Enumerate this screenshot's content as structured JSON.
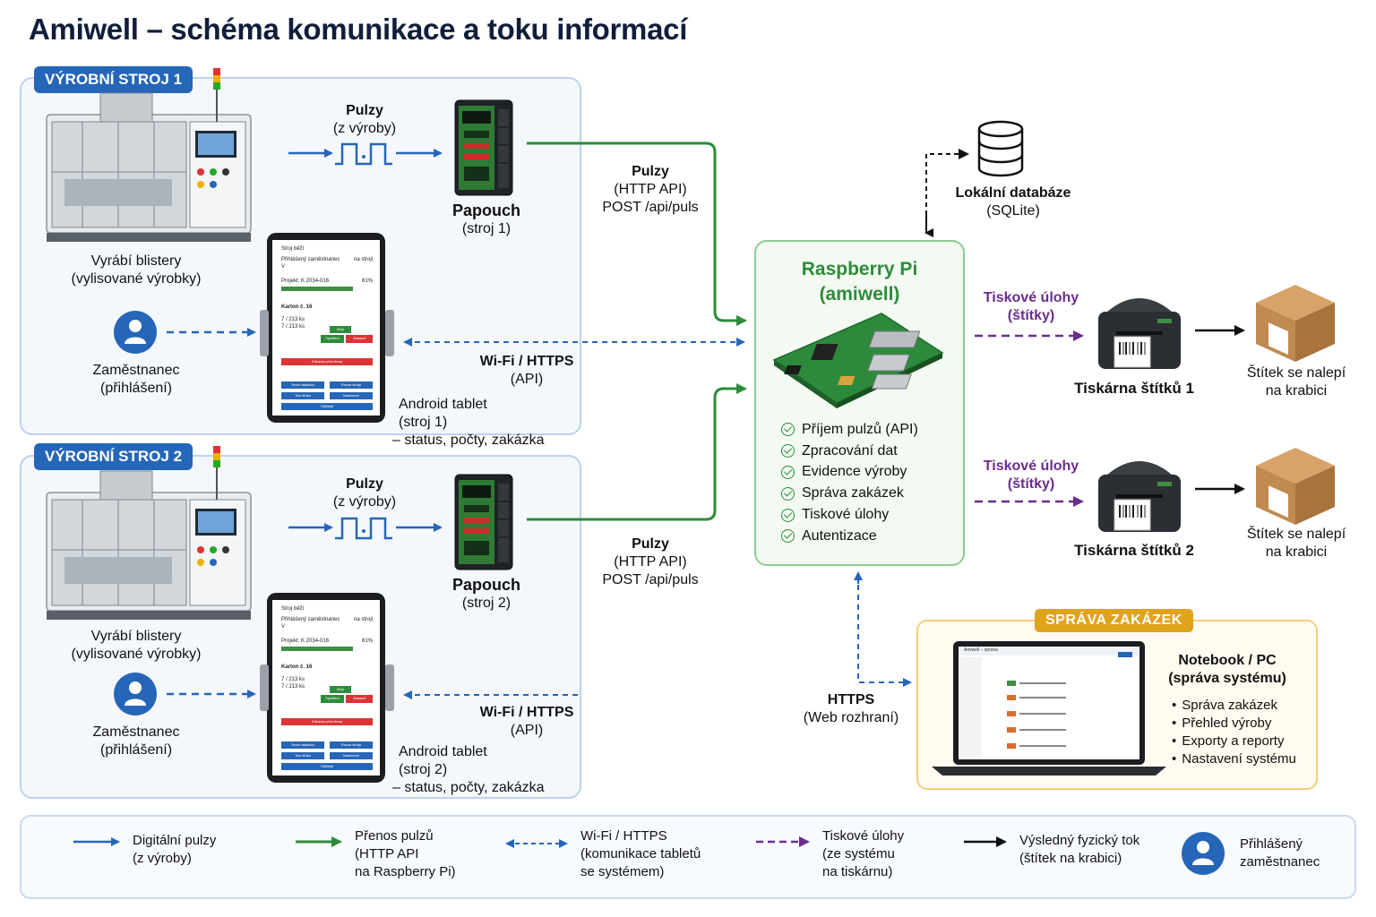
{
  "title": "Amiwell – schéma komunikace a toku informací",
  "machines": [
    {
      "badge": "VÝROBNÍ STROJ 1",
      "machine_caption": [
        "Vyrábí blistery",
        "(vylisované výrobky)"
      ],
      "pulse_caption": [
        "Pulzy",
        "(z výroby)"
      ],
      "device_name": "Papouch",
      "device_sub": "(stroj 1)",
      "employee": [
        "Zaměstnanec",
        "(přihlášení)"
      ],
      "wifi": [
        "Wi-Fi / HTTPS",
        "(API)"
      ],
      "tablet": [
        "Android tablet",
        "(stroj 1)",
        "– status, počty, zakázka"
      ],
      "http": [
        "Pulzy",
        "(HTTP API)",
        "POST /api/puls"
      ]
    },
    {
      "badge": "VÝROBNÍ STROJ 2",
      "machine_caption": [
        "Vyrábí blistery",
        "(vylisované výrobky)"
      ],
      "pulse_caption": [
        "Pulzy",
        "(z výroby)"
      ],
      "device_name": "Papouch",
      "device_sub": "(stroj 2)",
      "employee": [
        "Zaměstnanec",
        "(přihlášení)"
      ],
      "wifi": [
        "Wi-Fi / HTTPS",
        "(API)"
      ],
      "tablet": [
        "Android tablet",
        "(stroj 2)",
        "– status, počty, zakázka"
      ],
      "http": [
        "Pulzy",
        "(HTTP API)",
        "POST /api/puls"
      ]
    }
  ],
  "database": {
    "name": "Lokální databáze",
    "type": "(SQLite)"
  },
  "raspberry": {
    "title": [
      "Raspberry Pi",
      "(amiwell)"
    ],
    "features": [
      "Příjem pulzů (API)",
      "Zpracování dat",
      "Evidence výroby",
      "Správa zakázek",
      "Tiskové úlohy",
      "Autentizace"
    ]
  },
  "printers": [
    {
      "job": [
        "Tiskové úlohy",
        "(štítky)"
      ],
      "name": "Tiskárna štítků 1",
      "result": [
        "Štítek se nalepí",
        "na krabici"
      ]
    },
    {
      "job": [
        "Tiskové úlohy",
        "(štítky)"
      ],
      "name": "Tiskárna štítků 2",
      "result": [
        "Štítek se nalepí",
        "na krabici"
      ]
    }
  ],
  "https": [
    "HTTPS",
    "(Web rozhraní)"
  ],
  "orders": {
    "badge": "SPRÁVA ZAKÁZEK",
    "device": [
      "Notebook / PC",
      "(správa systému)"
    ],
    "items": [
      "Správa zakázek",
      "Přehled výroby",
      "Exporty a reporty",
      "Nastavení systému"
    ]
  },
  "tablet_screen": {
    "header": "Stroj běží",
    "employee": "Přihlášený zaměstnanec",
    "machine": "na stroji",
    "v": "V",
    "project": "Projekt: K 2034-016",
    "pct": "61%",
    "carton": "Karton č. 16",
    "count1": "7 / 213 ks",
    "count2": "7 / 213 ks",
    "btn_stop": "Stop",
    "btn_a": "Spuštění",
    "btn_b": "Zastavit",
    "btn_alert": "Zakázka přerušena",
    "btn_1": "Nová zakázka",
    "btn_2": "Pauza stroje",
    "btn_3": "Tisk štítku",
    "btn_4": "Nastavení",
    "btn_logout": "Odhlásit"
  },
  "laptop_screen": {
    "header": "Amiwell – správa"
  },
  "legend": [
    {
      "text": [
        "Digitální pulzy",
        "(z výroby)"
      ]
    },
    {
      "text": [
        "Přenos pulzů",
        "(HTTP API",
        "na Raspberry Pi)"
      ]
    },
    {
      "text": [
        "Wi-Fi / HTTPS",
        "(komunikace tabletů",
        "se systémem)"
      ]
    },
    {
      "text": [
        "Tiskové úlohy",
        "(ze systému",
        "na tiskárnu)"
      ]
    },
    {
      "text": [
        "Výsledný fyzický tok",
        "(štítek na krabici)"
      ]
    },
    {
      "text": [
        "Přihlášený",
        "zaměstnanec"
      ]
    }
  ],
  "colors": {
    "blue": "#2566b8",
    "green": "#2e8b3a",
    "purple": "#6b2d8f",
    "black": "#111111",
    "orange": "#e0a31c"
  },
  "icons": [
    "machine-illustration",
    "pulse-wave-icon",
    "papouch-device-icon",
    "user-icon",
    "tablet-icon",
    "database-icon",
    "raspberry-pi-board",
    "printer-icon",
    "box-icon",
    "laptop-icon",
    "check-icon"
  ]
}
